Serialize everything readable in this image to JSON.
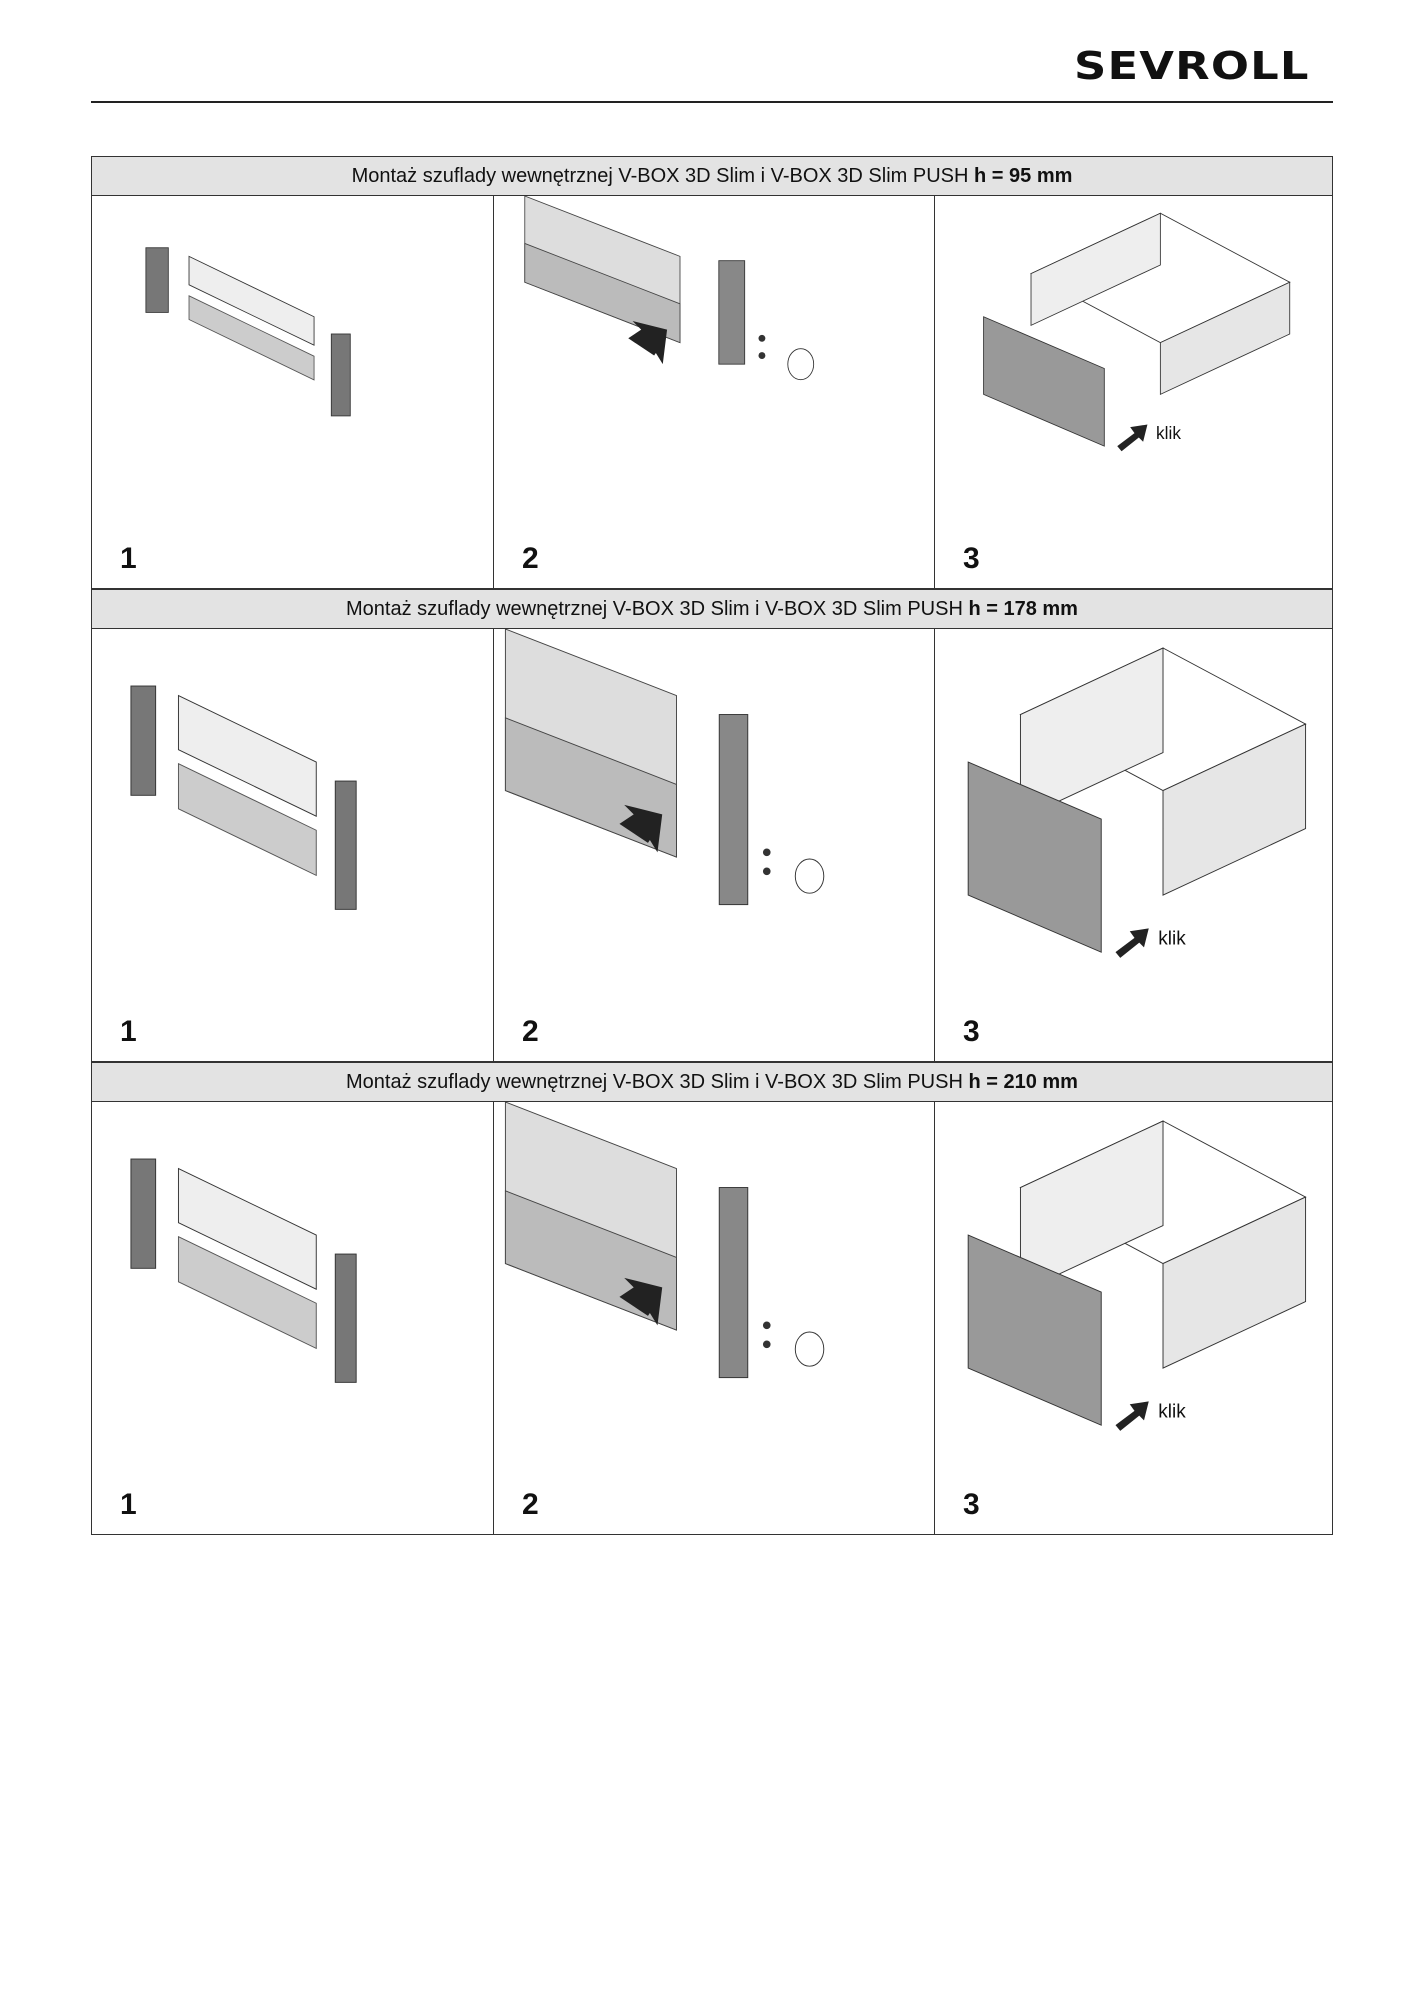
{
  "brand": "SEVROLL",
  "sections": [
    {
      "title": "Montaż szuflady wewnętrznej V-BOX 3D Slim i V-BOX 3D Slim PUSH",
      "height_label": "h = 95 mm",
      "steps": [
        "1",
        "2",
        "3"
      ],
      "click_label": "klik"
    },
    {
      "title": "Montaż szuflady wewnętrznej V-BOX 3D Slim i V-BOX 3D Slim PUSH",
      "height_label": "h = 178 mm",
      "steps": [
        "1",
        "2",
        "3"
      ],
      "click_label": "klik"
    },
    {
      "title": "Montaż szuflady wewnętrznej V-BOX 3D Slim i V-BOX 3D Slim PUSH",
      "height_label": "h = 210 mm",
      "steps": [
        "1",
        "2",
        "3"
      ],
      "click_label": "klik"
    }
  ]
}
